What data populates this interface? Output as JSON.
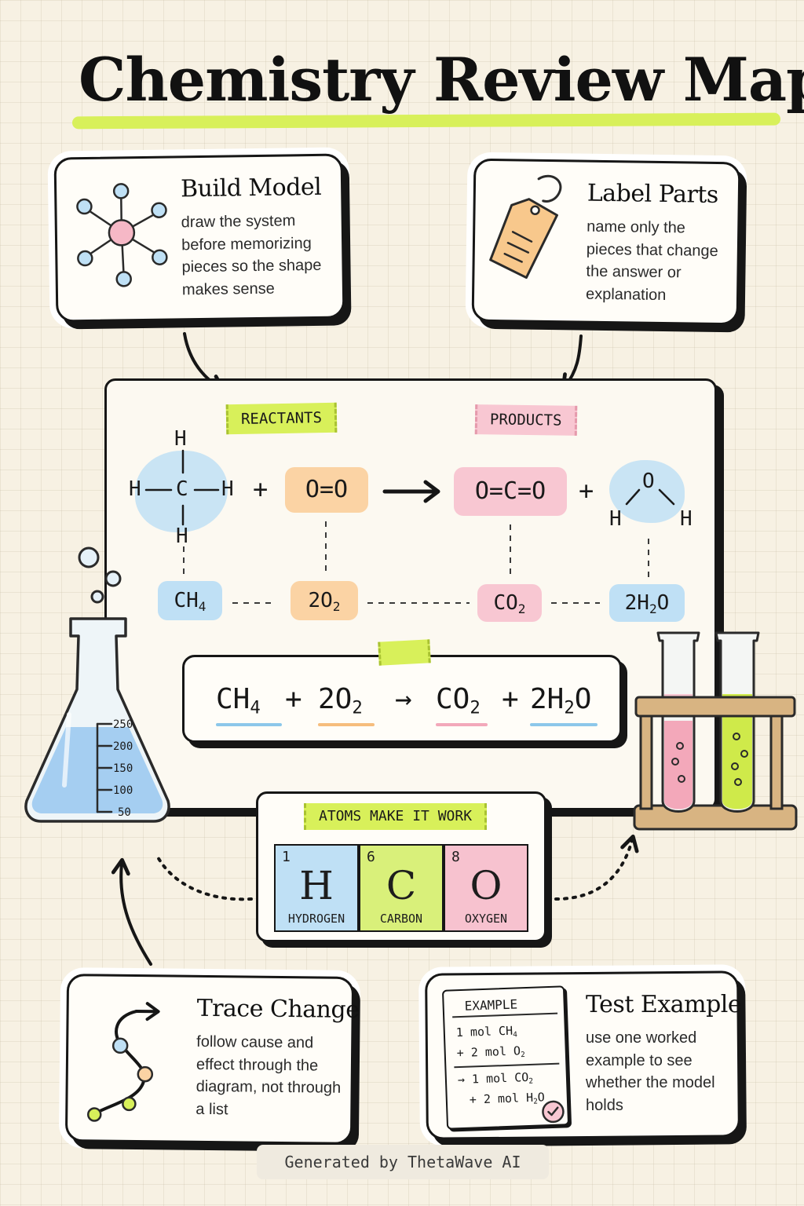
{
  "title": "Chemistry Review Map",
  "cards": {
    "build_model": {
      "title": "Build Model",
      "body": "draw the system before memorizing pieces so the shape makes sense"
    },
    "label_parts": {
      "title": "Label Parts",
      "body": "name only the pieces that change the answer or explanation"
    },
    "trace_change": {
      "title": "Trace Change",
      "body": "follow cause and effect through the diagram, not through a list"
    },
    "test_example": {
      "title": "Test Example",
      "body": "use one worked example to see whether the model holds"
    }
  },
  "reaction": {
    "reactants_tag": "REACTANTS",
    "products_tag": "PRODUCTS",
    "methane_atoms": {
      "center": "C",
      "top": "H",
      "bottom": "H",
      "left": "H",
      "right": "H"
    },
    "plus": "+",
    "oxygen_structure": "O=O",
    "co2_structure": "O=C=O",
    "water_atoms": {
      "o": "O",
      "h_left": "H",
      "h_right": "H"
    },
    "formulas": {
      "methane": {
        "base": "CH",
        "sub": "4"
      },
      "oxygen": {
        "base": "2O",
        "sub": "2"
      },
      "carbon_dioxide": {
        "base": "CO",
        "sub": "2"
      },
      "water": {
        "pre": "2H",
        "sub": "2",
        "post": "O"
      }
    }
  },
  "equation": {
    "methane": {
      "base": "CH",
      "sub": "4"
    },
    "plus": "+",
    "oxygen": {
      "base": "2O",
      "sub": "2"
    },
    "arrow": "→",
    "carbon_dioxide": {
      "base": "CO",
      "sub": "2"
    },
    "water": {
      "pre": "2H",
      "sub": "2",
      "post": "O"
    }
  },
  "atoms": {
    "title": "ATOMS MAKE IT WORK",
    "elements": [
      {
        "number": "1",
        "symbol": "H",
        "name": "HYDROGEN",
        "color": "#bfe0f5"
      },
      {
        "number": "6",
        "symbol": "C",
        "name": "CARBON",
        "color": "#d9f07a"
      },
      {
        "number": "8",
        "symbol": "O",
        "name": "OXYGEN",
        "color": "#f7c2cf"
      }
    ]
  },
  "flask": {
    "marks": [
      "250",
      "200",
      "150",
      "100",
      "50"
    ]
  },
  "example_note": {
    "header": "EXAMPLE",
    "line1": {
      "pre": "1 mol CH",
      "sub": "4"
    },
    "line2": {
      "pre": "+ 2 mol O",
      "sub": "2"
    },
    "line3": {
      "pre": "→ 1 mol CO",
      "sub": "2"
    },
    "line4": {
      "pre": "+ 2 mol H",
      "sub": "2",
      "post": "O"
    }
  },
  "footer": "Generated by ThetaWave AI",
  "colors": {
    "blue": "#bfe0f5",
    "orange": "#fbd3a4",
    "pink": "#f8c7d2",
    "green": "#d8f05a"
  }
}
